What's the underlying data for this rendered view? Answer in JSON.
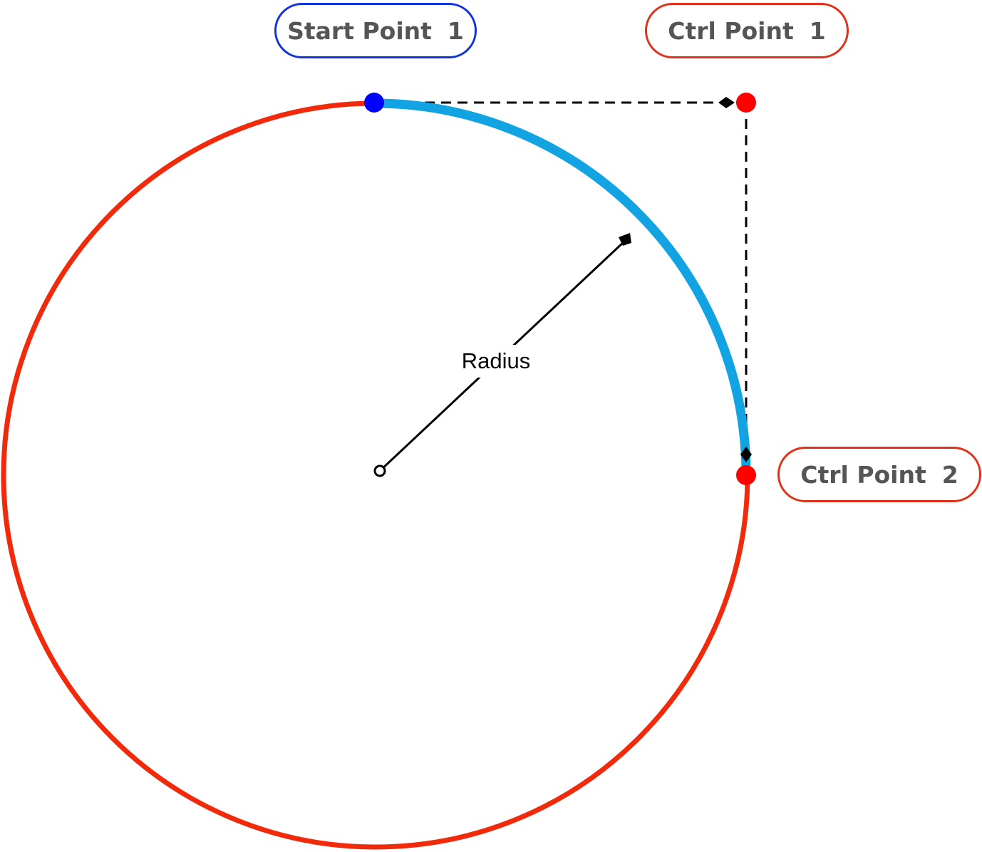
{
  "labels": {
    "start_point": {
      "text": "Start Point",
      "number": "1"
    },
    "ctrl_point_1": {
      "text": "Ctrl Point",
      "number": "1"
    },
    "ctrl_point_2": {
      "text": "Ctrl Point",
      "number": "2"
    },
    "radius": "Radius"
  },
  "colors": {
    "circle": "#f22a0c",
    "arc": "#12a3e2",
    "start_point": "#0000ff",
    "ctrl_point": "#ff0000",
    "start_pill_border": "#1133dd",
    "ctrl_pill_border": "#e0321a",
    "pill_text": "#555555",
    "lines": "#000000"
  }
}
